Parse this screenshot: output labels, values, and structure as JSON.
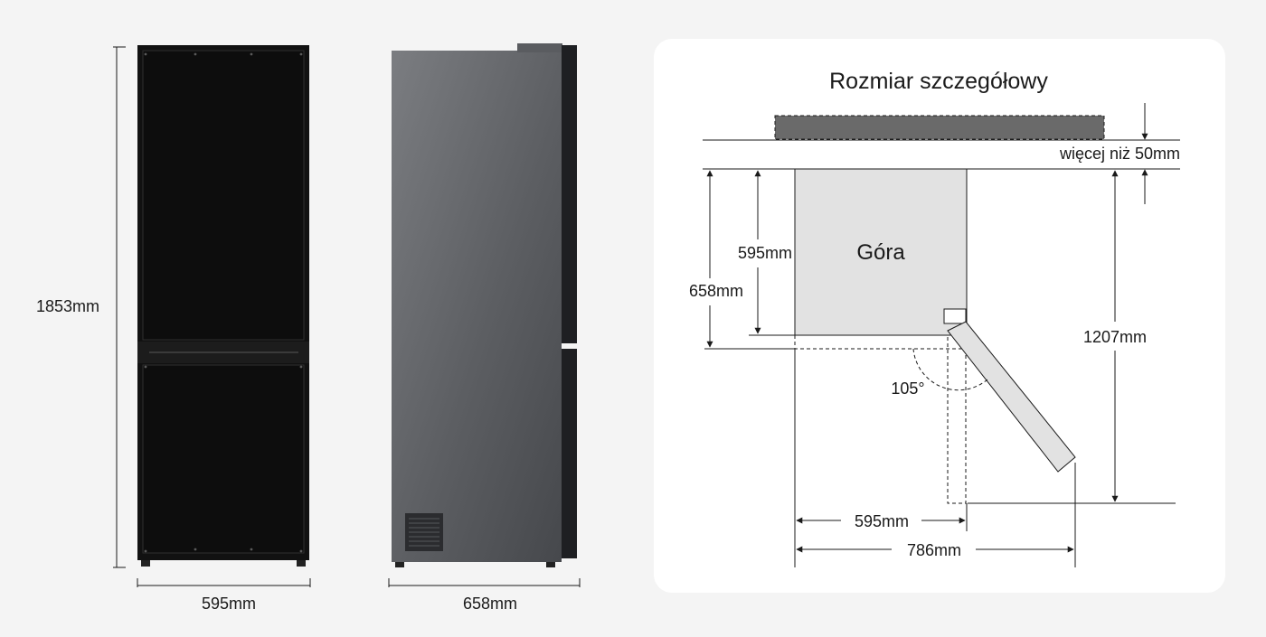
{
  "colors": {
    "background": "#f4f4f4",
    "panel": "#ffffff",
    "fridge_front": "#111111",
    "fridge_side": "#5a5c60",
    "top_view_fill": "#e2e2e2",
    "counter_fill": "#6a6a6a",
    "line": "#1a1a1a"
  },
  "front_view": {
    "height_label": "1853mm",
    "width_label": "595mm"
  },
  "side_view": {
    "depth_label": "658mm"
  },
  "detail_panel": {
    "title": "Rozmiar szczegółowy",
    "top_label": "Góra",
    "clearance_label": "więcej niż 50mm",
    "body_depth_label": "595mm",
    "total_depth_label": "658mm",
    "door_open_depth_label": "1207mm",
    "angle_label": "105°",
    "width_label": "595mm",
    "open_width_label": "786mm"
  }
}
